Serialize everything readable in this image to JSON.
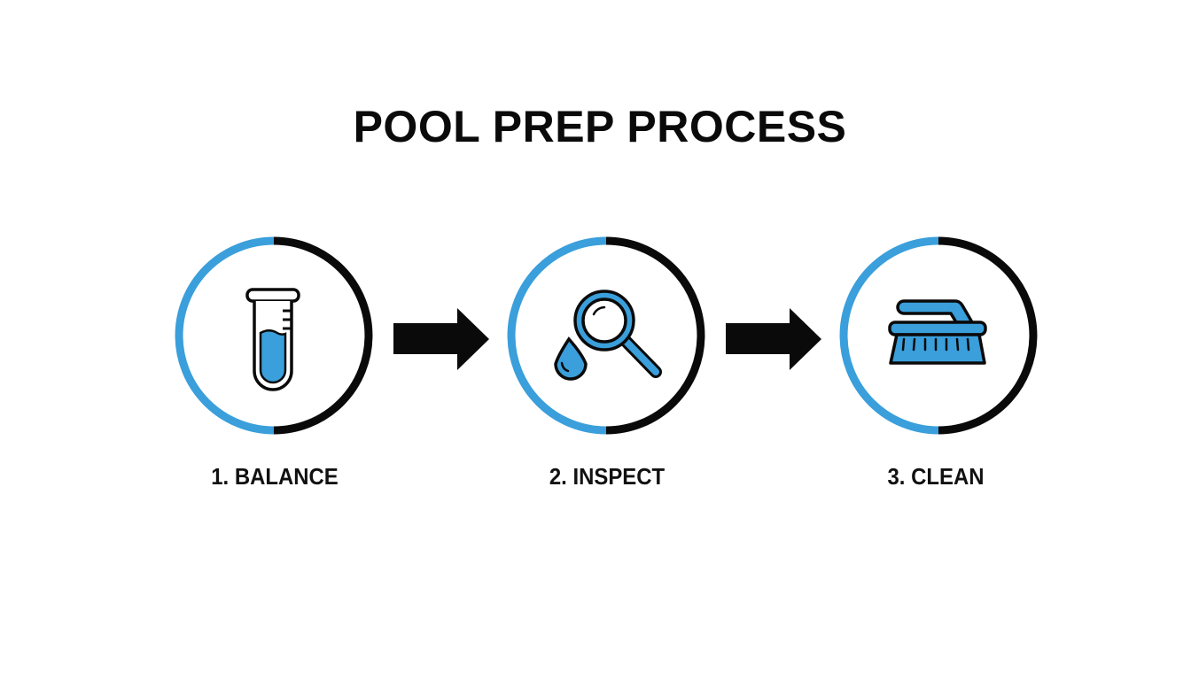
{
  "title": "POOL PREP PROCESS",
  "colors": {
    "accent": "#3a9fdb",
    "dark": "#0a0a0a",
    "background": "#ffffff"
  },
  "steps": [
    {
      "number": 1,
      "label": "1. BALANCE",
      "icon": "test-tube-icon"
    },
    {
      "number": 2,
      "label": "2. INSPECT",
      "icon": "magnifier-water-drop-icon"
    },
    {
      "number": 3,
      "label": "3. CLEAN",
      "icon": "scrub-brush-icon"
    }
  ],
  "connectors": [
    {
      "icon": "arrow-right-icon"
    },
    {
      "icon": "arrow-right-icon"
    }
  ]
}
